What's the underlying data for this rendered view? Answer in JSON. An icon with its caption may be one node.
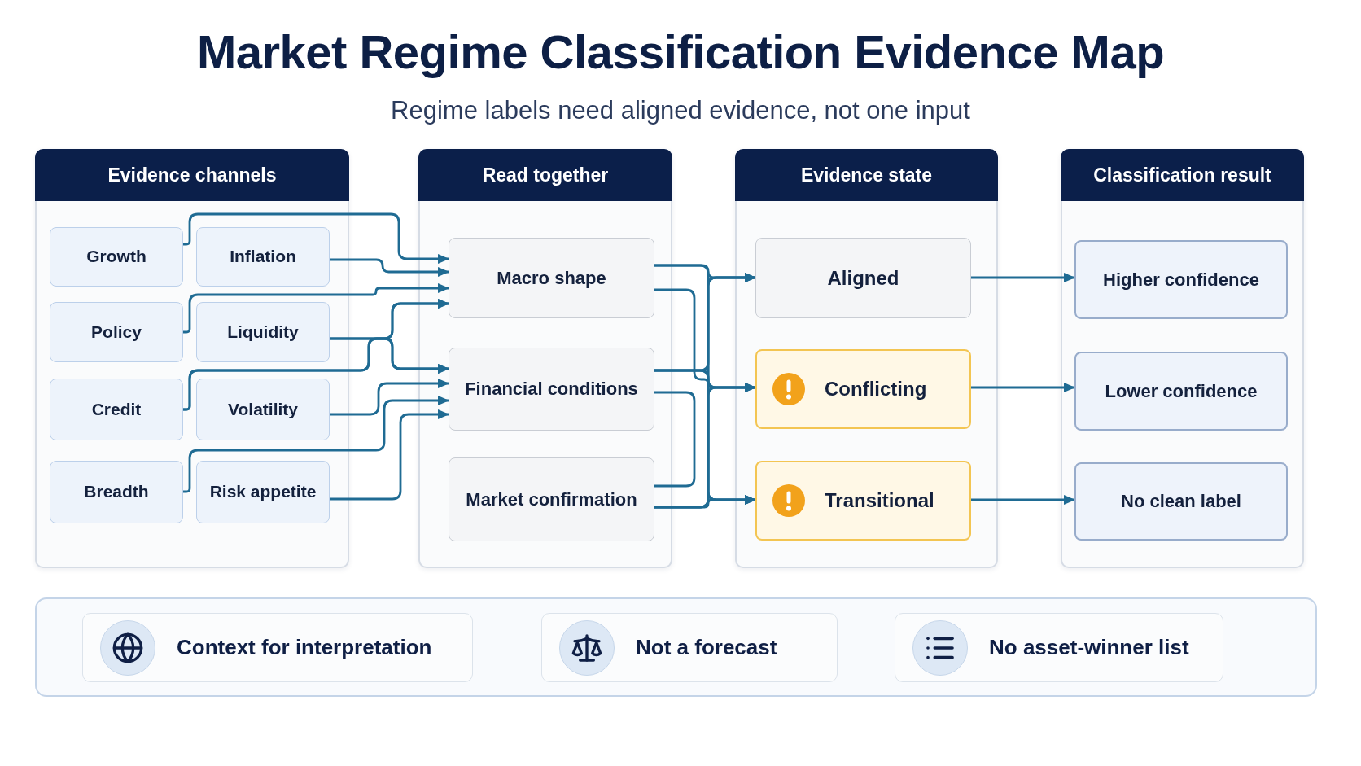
{
  "diagram": {
    "title": "Market Regime Classification Evidence Map",
    "nodes": [
      {
        "text": [
          "Evidence channels"
        ]
      },
      {
        "text": [
          "Growth"
        ],
        "in": 0
      },
      {
        "text": [
          "Inflation"
        ],
        "in": 0
      },
      {
        "text": [
          "Policy"
        ],
        "in": 0
      },
      {
        "text": [
          "Liquidity"
        ],
        "in": 0
      },
      {
        "text": [
          "Credit"
        ],
        "in": 0
      },
      {
        "text": [
          "Volatility"
        ],
        "in": 0
      },
      {
        "text": [
          "Breadth"
        ],
        "in": 0
      },
      {
        "text": [
          "Risk appetite"
        ],
        "in": 0
      },
      {
        "text": [
          "Read together"
        ]
      },
      {
        "text": [
          "Macro shape"
        ],
        "in": 9
      },
      {
        "text": [
          "Financial conditions"
        ],
        "in": 9
      },
      {
        "text": [
          "Market confirmation"
        ],
        "in": 9
      },
      {
        "text": [
          "Evidence state"
        ]
      },
      {
        "text": [
          "Aligned"
        ],
        "in": 13
      },
      {
        "text": [
          "Conflicting"
        ],
        "in": 13
      },
      {
        "text": [
          "Transitional"
        ],
        "in": 13
      },
      {
        "text": [
          "Classification result"
        ]
      },
      {
        "text": [
          "Higher confidence"
        ],
        "in": 17
      },
      {
        "text": [
          "Lower confidence"
        ],
        "in": 17
      },
      {
        "text": [
          "No clean label"
        ],
        "in": 17
      },
      {
        "text": [],
        "shape": "box"
      },
      {
        "text": [
          "Context for interpretation"
        ],
        "in": 21
      },
      {
        "text": [
          "Not a forecast"
        ],
        "in": 21
      },
      {
        "text": [
          "No asset-winner list"
        ],
        "in": 21
      }
    ],
    "edges": [
      {
        "from": 1,
        "to": 10,
        "arrow": "to"
      },
      {
        "from": 2,
        "to": 10,
        "arrow": "to"
      },
      {
        "from": 3,
        "to": 10,
        "arrow": "to"
      },
      {
        "from": 4,
        "to": 10,
        "arrow": "to"
      },
      {
        "from": 4,
        "to": 11,
        "arrow": "to"
      },
      {
        "from": 5,
        "to": 10,
        "arrow": "to"
      },
      {
        "from": 5,
        "to": 11,
        "arrow": "to"
      },
      {
        "from": 6,
        "to": 11,
        "arrow": "to"
      },
      {
        "from": 7,
        "to": 11,
        "arrow": "to"
      },
      {
        "from": 8,
        "to": 11,
        "arrow": "to"
      },
      {
        "from": 10,
        "to": 14,
        "arrow": "to"
      },
      {
        "from": 10,
        "to": 15,
        "arrow": "to"
      },
      {
        "from": 10,
        "to": 16,
        "arrow": "to"
      },
      {
        "from": 11,
        "to": 14,
        "arrow": "to"
      },
      {
        "from": 11,
        "to": 15,
        "arrow": "to"
      },
      {
        "from": 11,
        "to": 16,
        "arrow": "to"
      },
      {
        "from": 12,
        "to": 14,
        "arrow": "to"
      },
      {
        "from": 12,
        "to": 15,
        "arrow": "to"
      },
      {
        "from": 12,
        "to": 16,
        "arrow": "to"
      },
      {
        "from": 11,
        "to": 12,
        "arrow": "none"
      },
      {
        "from": 14,
        "to": 18,
        "arrow": "to"
      },
      {
        "from": 15,
        "to": 19,
        "arrow": "to"
      },
      {
        "from": 16,
        "to": 20,
        "arrow": "to"
      }
    ],
    "labels": [
      "Regime labels need aligned evidence, not one input"
    ]
  }
}
